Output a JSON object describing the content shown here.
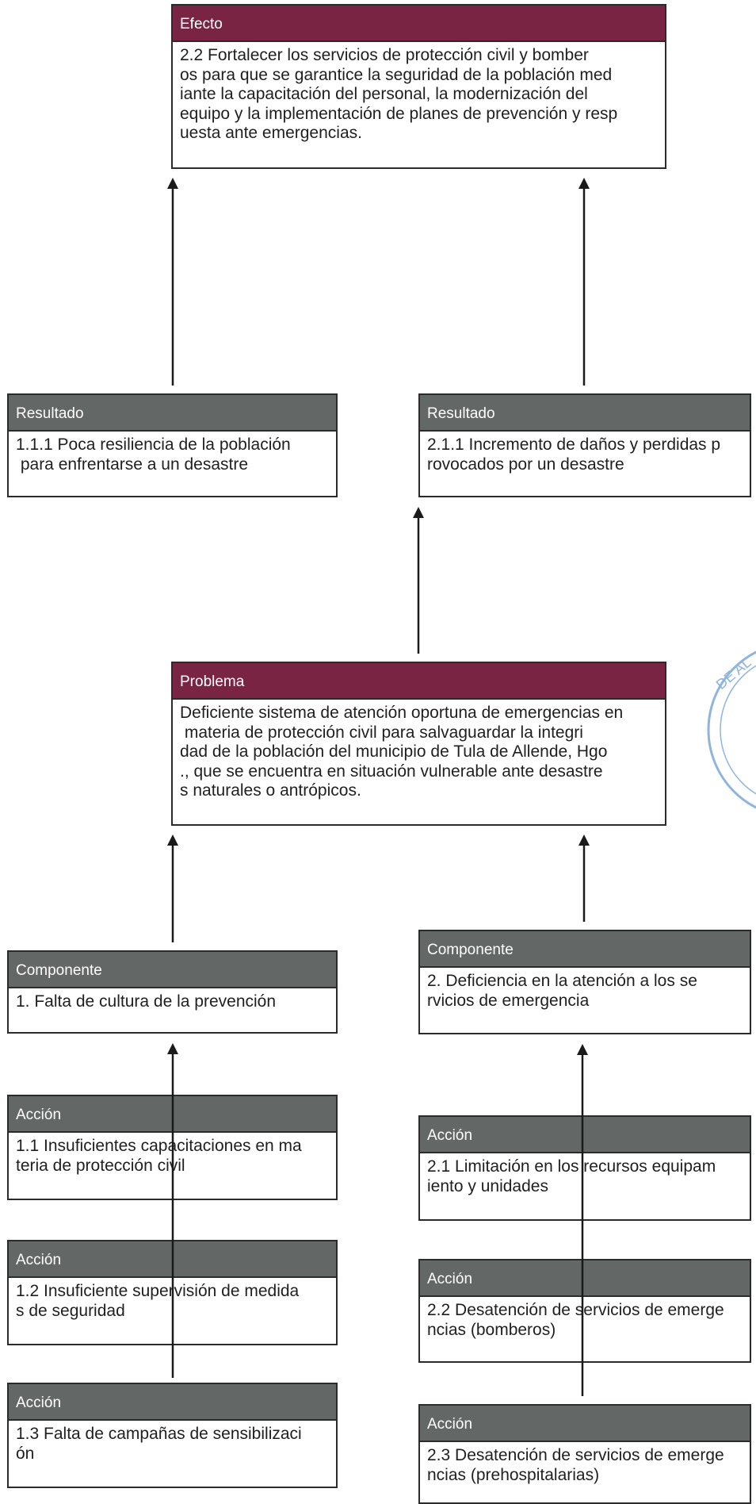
{
  "colors": {
    "maroon_header": "#7a2444",
    "gray_header": "#636766",
    "border": "#2b2b2b",
    "stamp": "#8fb4df"
  },
  "efecto": {
    "header": "Efecto",
    "text": "2.2 Fortalecer los servicios de protección civil y bomber\nos para que se garantice la seguridad de la población med\niante la capacitación del personal, la modernización del\nequipo y la implementación de planes de prevención y resp\nuesta ante emergencias."
  },
  "resultados": [
    {
      "header": "Resultado",
      "text": "1.1.1 Poca resiliencia de la población\n para enfrentarse a un desastre"
    },
    {
      "header": "Resultado",
      "text": "2.1.1 Incremento de daños y perdidas p\nrovocados por un desastre"
    }
  ],
  "problema": {
    "header": "Problema",
    "text": "Deficiente sistema de atención oportuna de emergencias en\n materia de protección civil para salvaguardar la integri\ndad de la población del municipio de Tula de Allende, Hgo\n., que se encuentra en situación vulnerable ante desastre\ns naturales o antrópicos."
  },
  "componentes": [
    {
      "header": "Componente",
      "text": "1. Falta de cultura de la prevención"
    },
    {
      "header": "Componente",
      "text": "2. Deficiencia en la atención a los se\nrvicios de emergencia"
    }
  ],
  "acciones_izquierda": [
    {
      "header": "Acción",
      "text": "1.1 Insuficientes capacitaciones en ma\nteria de protección civil"
    },
    {
      "header": "Acción",
      "text": "1.2 Insuficiente supervisión de medida\ns de seguridad"
    },
    {
      "header": "Acción",
      "text": "1.3 Falta de campañas de sensibilizaci\nón"
    }
  ],
  "acciones_derecha": [
    {
      "header": "Acción",
      "text": "2.1 Limitación en los recursos equipam\niento y unidades"
    },
    {
      "header": "Acción",
      "text": "2.2 Desatención de servicios de emerge\nncias (bomberos)"
    },
    {
      "header": "Acción",
      "text": "2.3 Desatención de servicios de emerge\nncias (prehospitalarias)"
    }
  ],
  "stamp_text": "DE AL"
}
